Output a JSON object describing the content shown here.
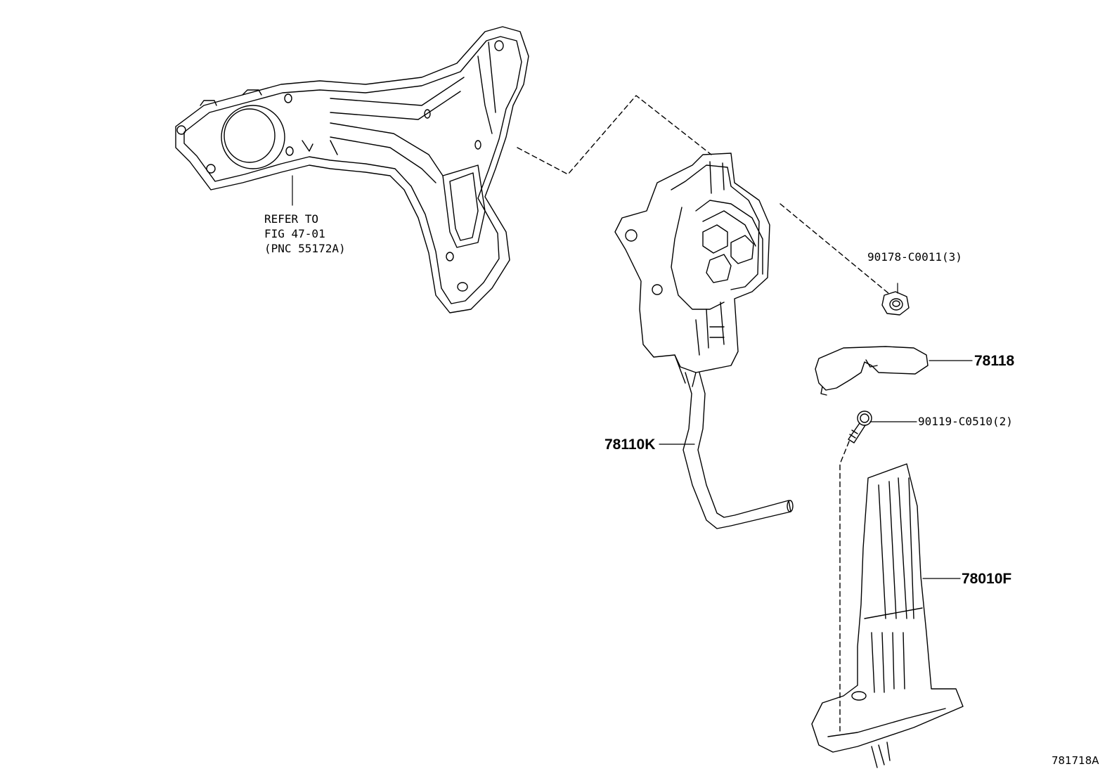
{
  "diagram": {
    "illustration_code": "781718A",
    "reference_note": {
      "line1": "REFER TO",
      "line2": "FIG 47-01",
      "line3": "(PNC 55172A)"
    },
    "parts": [
      {
        "id": "pedal_assy",
        "label": "78110K"
      },
      {
        "id": "nut",
        "label": "90178-C0011(3)"
      },
      {
        "id": "bracket_cover",
        "label": "78118"
      },
      {
        "id": "bolt",
        "label": "90119-C0510(2)"
      },
      {
        "id": "pedal_pad",
        "label": "78010F"
      }
    ]
  }
}
